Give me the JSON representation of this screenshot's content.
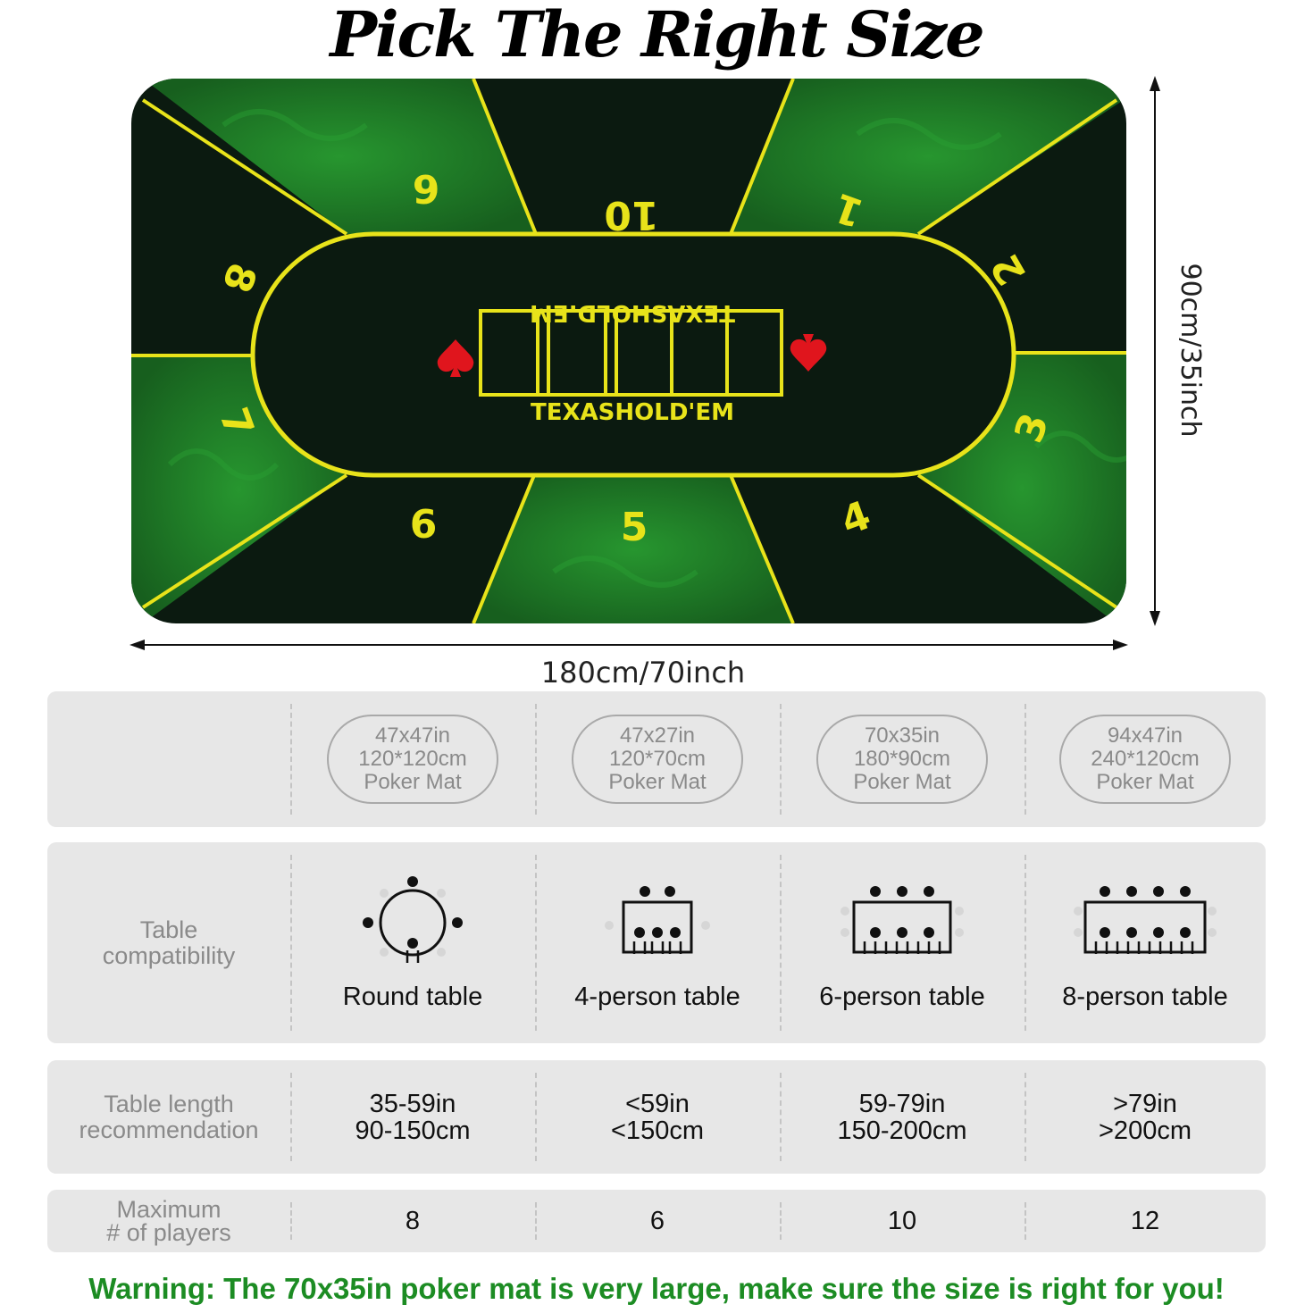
{
  "title": "Pick The Right Size",
  "mat": {
    "seat_numbers": [
      "9",
      "10",
      "1",
      "2",
      "3",
      "4",
      "5",
      "6",
      "7",
      "8"
    ],
    "brand_text_top": "TEXASHOLD.EM",
    "brand_text_bottom": "TEXASHOLD'EM",
    "width_label": "180cm/70inch",
    "height_label": "90cm/35inch",
    "colors": {
      "felt_dark": "#0b1a10",
      "felt_green": "#1e7d28",
      "line": "#e8e31a",
      "spade": "#e0151d"
    }
  },
  "sizes": [
    {
      "inch": "47x47in",
      "cm": "120*120cm",
      "name": "Poker Mat"
    },
    {
      "inch": "47x27in",
      "cm": "120*70cm",
      "name": "Poker Mat"
    },
    {
      "inch": "70x35in",
      "cm": "180*90cm",
      "name": "Poker Mat"
    },
    {
      "inch": "94x47in",
      "cm": "240*120cm",
      "name": "Poker Mat"
    }
  ],
  "compat": {
    "label_line1": "Table",
    "label_line2": "compatibility",
    "tables": [
      "Round table",
      "4-person table",
      "6-person table",
      "8-person table"
    ]
  },
  "length": {
    "label_line1": "Table length",
    "label_line2": "recommendation",
    "values": [
      {
        "inch": "35-59in",
        "cm": "90-150cm"
      },
      {
        "inch": "<59in",
        "cm": "<150cm"
      },
      {
        "inch": "59-79in",
        "cm": "150-200cm"
      },
      {
        "inch": ">79in",
        "cm": ">200cm"
      }
    ]
  },
  "players": {
    "label_line1": "Maximum",
    "label_line2": "# of players",
    "values": [
      "8",
      "6",
      "10",
      "12"
    ]
  },
  "warning": "Warning: The 70x35in poker mat is very large, make sure the size is right for you!"
}
